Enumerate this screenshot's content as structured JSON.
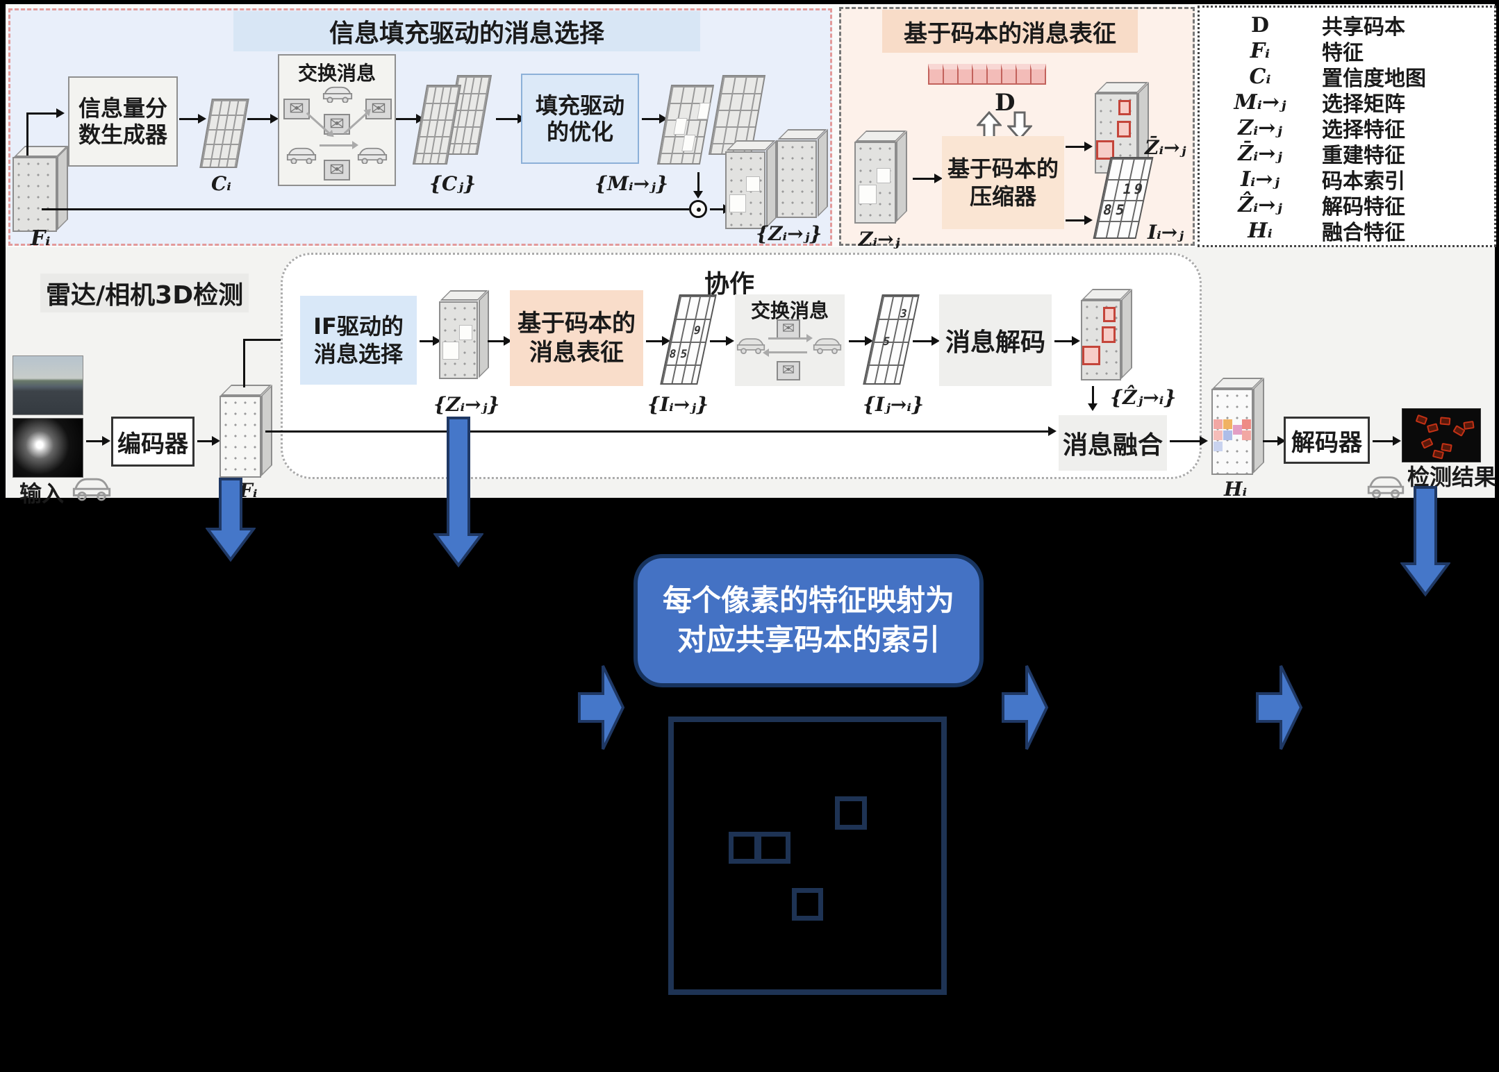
{
  "colors": {
    "accent_blue": "#4472c4",
    "arrow_outline": "#1f3864",
    "navy_outline": "#1e3354",
    "panel_blue_bg": "#e9effa",
    "panel_blue_band": "#d8e6f5",
    "panel_pink_bg": "#fdf1ea",
    "panel_pink_band": "#f8dcc8",
    "highlight_red": "#c4453a"
  },
  "top_left_panel": {
    "title": "信息填充驱动的消息选择",
    "score_generator": "信息量分\n数生成器",
    "exchange_title": "交换消息",
    "fill_optimization": "填充驱动\n的优化",
    "feature_label": "Fᵢ",
    "confidence_label": "Cᵢ",
    "confidence_set_label": "{Cⱼ}",
    "mask_label": "{Mᵢ→ⱼ}",
    "selected_label": "{Zᵢ→ⱼ}",
    "dot_operator": "⊙"
  },
  "codebook_panel": {
    "title": "基于码本的消息表征",
    "codebook_label": "D",
    "compressor": "基于码本的\n压缩器",
    "input_label": "Zᵢ→ⱼ",
    "recon_label": "Z̄ᵢ→ⱼ",
    "index_label": "Iᵢ→ⱼ",
    "index_numbers": [
      "8",
      "5",
      "1",
      "9"
    ]
  },
  "legend": {
    "rows": [
      {
        "sym": "D",
        "term": "共享码本"
      },
      {
        "sym": "Fᵢ",
        "term": "特征"
      },
      {
        "sym": "Cᵢ",
        "term": "置信度地图"
      },
      {
        "sym": "Mᵢ→ⱼ",
        "term": "选择矩阵"
      },
      {
        "sym": "Zᵢ→ⱼ",
        "term": "选择特征"
      },
      {
        "sym": "Z̄ᵢ→ⱼ",
        "term": "重建特征"
      },
      {
        "sym": "Iᵢ→ⱼ",
        "term": "码本索引"
      },
      {
        "sym": "Ẑᵢ→ⱼ",
        "term": "解码特征"
      },
      {
        "sym": "Hᵢ",
        "term": "融合特征"
      }
    ]
  },
  "pipeline": {
    "task_label": "雷达/相机3D检测",
    "input_label": "输入",
    "encoder": "编码器",
    "feature_label": "Fᵢ",
    "if_selection": "IF驱动的\n消息选择",
    "selected_label": "{Zᵢ→ⱼ}",
    "representation": "基于码本的\n消息表征",
    "index_label": "{Iᵢ→ⱼ}",
    "collaboration": "协作",
    "exchange_title": "交换消息",
    "index_received_label": "{Iⱼ→ᵢ}",
    "decode": "消息解码",
    "decoded_label": "{Ẑⱼ→ᵢ}",
    "fusion": "消息融合",
    "fused_label": "Hᵢ",
    "decoder": "解码器",
    "result_label": "检测结果",
    "index_numbers": [
      "8",
      "5",
      "9"
    ],
    "index_received_numbers": [
      "3",
      "5"
    ]
  },
  "annotation": {
    "callout": "每个像素的特征映射为\n对应共享码本的索引"
  }
}
